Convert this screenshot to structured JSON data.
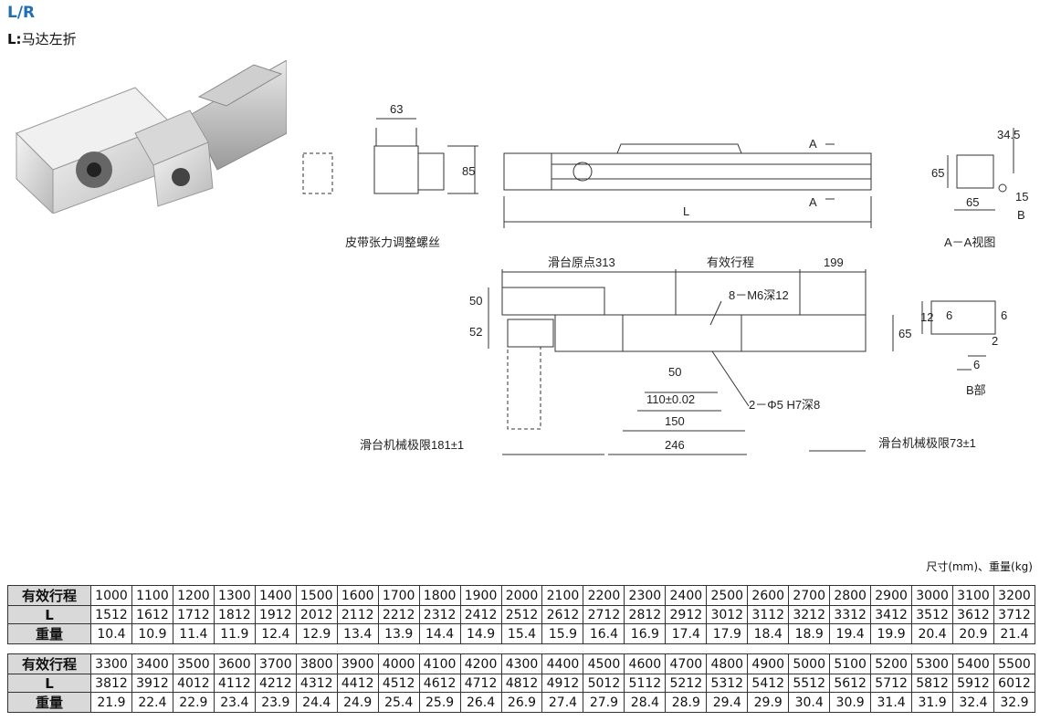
{
  "title": "L/R",
  "subtitle_label": "L:",
  "subtitle_text": "马达左折",
  "units": "尺寸(mm)、重量(kg)",
  "labels": {
    "dim63": "63",
    "dim85": "85",
    "belt": "皮带张力调整螺丝",
    "A1": "A",
    "A2": "A",
    "L": "L",
    "d345": "34.5",
    "d65a": "65",
    "d65b": "65",
    "d15": "15",
    "B": "B",
    "aa": "A－A视图",
    "origin": "滑台原点313",
    "stroke": "有效行程",
    "d199": "199",
    "m6": "8－M6深12",
    "d50a": "50",
    "d52": "52",
    "d65c": "65",
    "d50b": "50",
    "d110": "110±0.02",
    "phi5": "2－Φ5 H7深8",
    "d150": "150",
    "d246": "246",
    "lim181": "滑台机械极限181±1",
    "lim73": "滑台机械极限73±1",
    "d12": "12",
    "d6a": "6",
    "d6b": "6",
    "d2": "2",
    "d6c": "6",
    "bpart": "B部"
  },
  "tables": [
    {
      "rows": [
        {
          "head": "有效行程",
          "cells": [
            "1000",
            "1100",
            "1200",
            "1300",
            "1400",
            "1500",
            "1600",
            "1700",
            "1800",
            "1900",
            "2000",
            "2100",
            "2200",
            "2300",
            "2400",
            "2500",
            "2600",
            "2700",
            "2800",
            "2900",
            "3000",
            "3100",
            "3200"
          ]
        },
        {
          "head": "L",
          "cells": [
            "1512",
            "1612",
            "1712",
            "1812",
            "1912",
            "2012",
            "2112",
            "2212",
            "2312",
            "2412",
            "2512",
            "2612",
            "2712",
            "2812",
            "2912",
            "3012",
            "3112",
            "3212",
            "3312",
            "3412",
            "3512",
            "3612",
            "3712"
          ]
        },
        {
          "head": "重量",
          "cells": [
            "10.4",
            "10.9",
            "11.4",
            "11.9",
            "12.4",
            "12.9",
            "13.4",
            "13.9",
            "14.4",
            "14.9",
            "15.4",
            "15.9",
            "16.4",
            "16.9",
            "17.4",
            "17.9",
            "18.4",
            "18.9",
            "19.4",
            "19.9",
            "20.4",
            "20.9",
            "21.4"
          ]
        }
      ]
    },
    {
      "rows": [
        {
          "head": "有效行程",
          "cells": [
            "3300",
            "3400",
            "3500",
            "3600",
            "3700",
            "3800",
            "3900",
            "4000",
            "4100",
            "4200",
            "4300",
            "4400",
            "4500",
            "4600",
            "4700",
            "4800",
            "4900",
            "5000",
            "5100",
            "5200",
            "5300",
            "5400",
            "5500"
          ]
        },
        {
          "head": "L",
          "cells": [
            "3812",
            "3912",
            "4012",
            "4112",
            "4212",
            "4312",
            "4412",
            "4512",
            "4612",
            "4712",
            "4812",
            "4912",
            "5012",
            "5112",
            "5212",
            "5312",
            "5412",
            "5512",
            "5612",
            "5712",
            "5812",
            "5912",
            "6012"
          ]
        },
        {
          "head": "重量",
          "cells": [
            "21.9",
            "22.4",
            "22.9",
            "23.4",
            "23.9",
            "24.4",
            "24.9",
            "25.4",
            "25.9",
            "26.4",
            "26.9",
            "27.4",
            "27.9",
            "28.4",
            "28.9",
            "29.4",
            "29.9",
            "30.4",
            "30.9",
            "31.4",
            "31.9",
            "32.4",
            "32.9"
          ]
        }
      ]
    }
  ]
}
